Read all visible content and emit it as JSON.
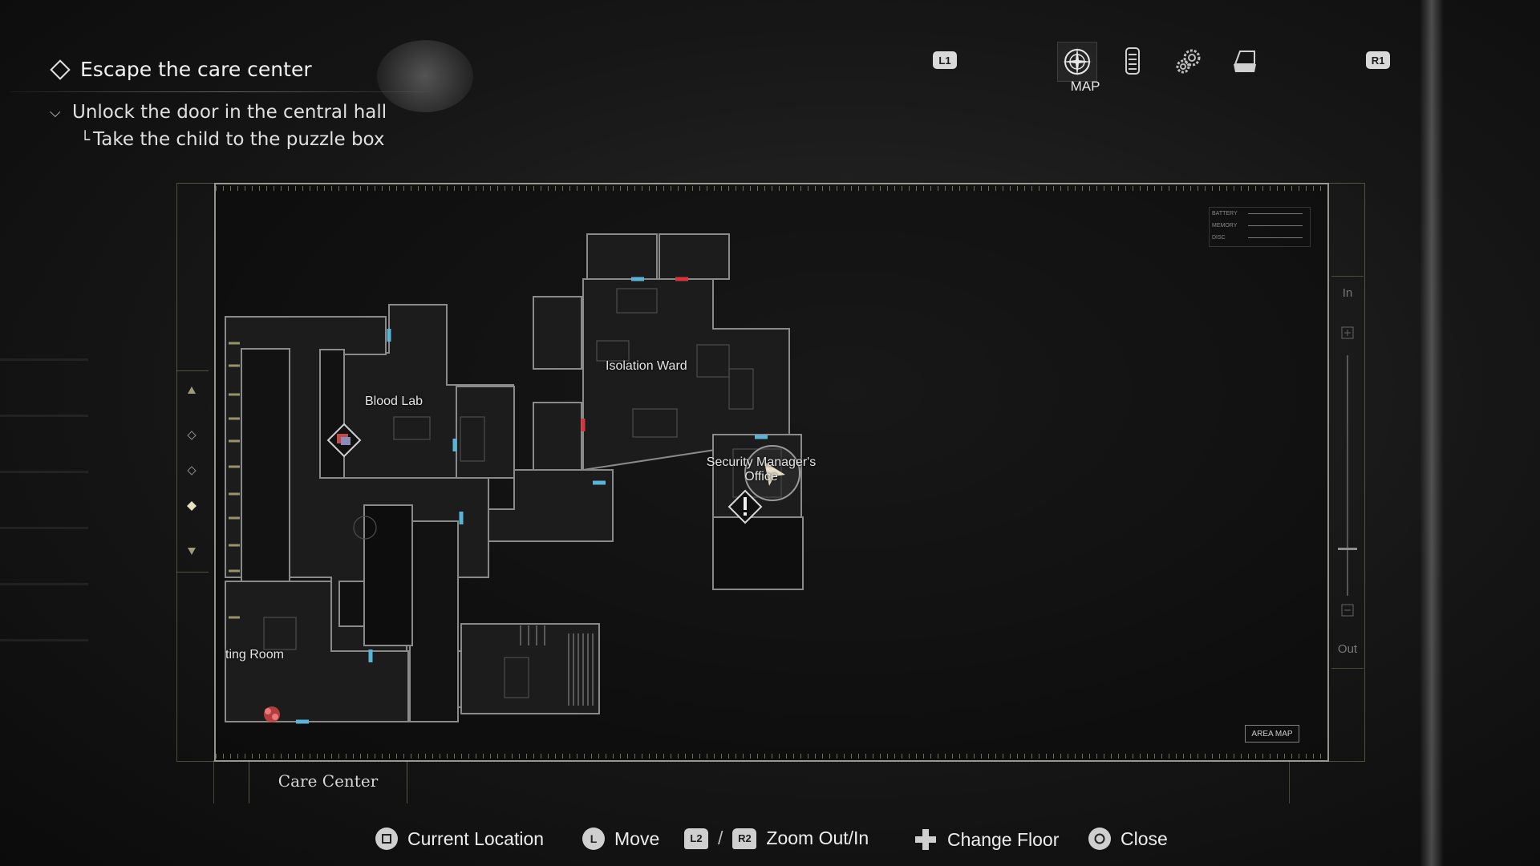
{
  "objectives": {
    "main": "Escape the care center",
    "sub": "Unlock the door in the central hall",
    "subsub": "Take the child to the puzzle box"
  },
  "topnav": {
    "left_button": "L1",
    "right_button": "R1",
    "active_tab_label": "MAP",
    "tab_icons": [
      "map-compass-icon",
      "files-icon",
      "gears-icon",
      "inventory-icon"
    ]
  },
  "map": {
    "rooms": [
      "Isolation Ward",
      "Blood Lab",
      "Security Manager's Office",
      "ting Room"
    ],
    "status_rows": [
      "BATTERY",
      "MEMORY",
      "DISC"
    ],
    "zoom_in": "In",
    "zoom_out": "Out",
    "area_map_button": "AREA MAP",
    "area_name": "Care Center",
    "colors": {
      "door_unlocked": "#5ab4d6",
      "door_locked": "#d4363b",
      "wall": "#8a8a8a",
      "room_fill": "#1e1e1e"
    }
  },
  "controls": {
    "current_location": "Current Location",
    "move": "Move",
    "zoom_l2": "L2",
    "zoom_sep": "/",
    "zoom_r2": "R2",
    "zoom": "Zoom Out/In",
    "change_floor": "Change Floor",
    "close": "Close"
  }
}
